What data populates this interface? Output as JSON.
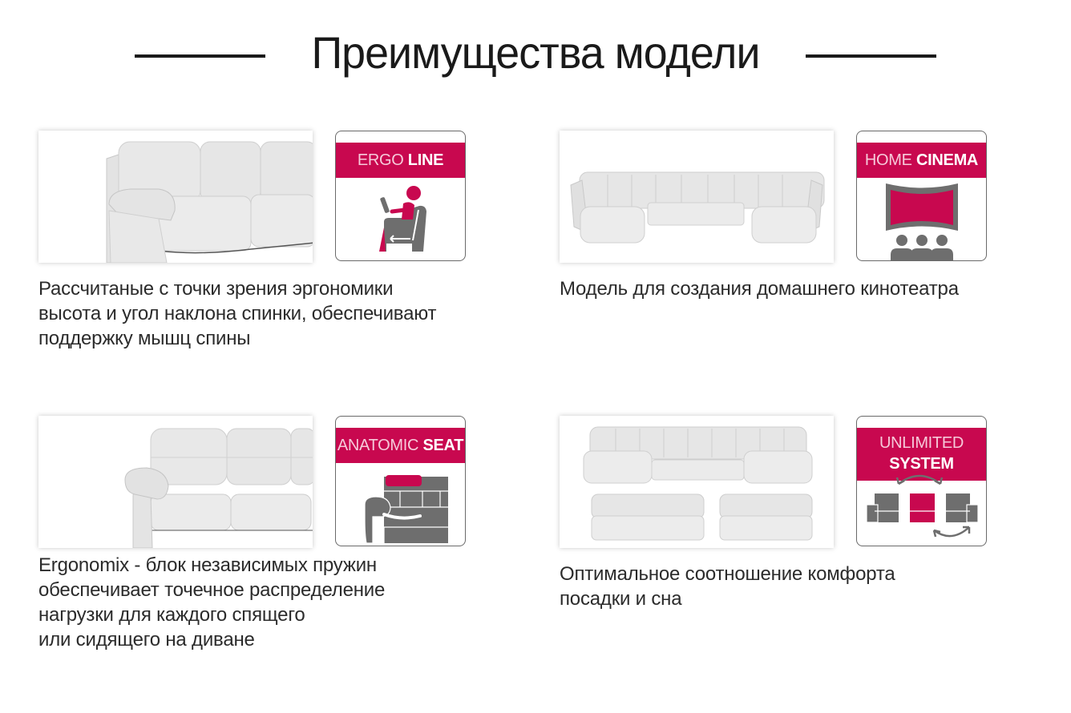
{
  "header": {
    "title": "Преимущества модели"
  },
  "features": [
    {
      "id": "ergo-line",
      "badge": {
        "thin": "ERGO",
        "bold": "LINE"
      },
      "icon": "recliner-person-icon",
      "description": [
        "Рассчитаные с точки зрения эргономики",
        "высота и угол наклона спинки, обеспечивают",
        "поддержку мышц спины"
      ]
    },
    {
      "id": "home-cinema",
      "badge": {
        "thin": "HOME",
        "bold": "CINEMA"
      },
      "icon": "cinema-screen-audience-icon",
      "description": [
        "Модель для создания домашнего кинотеатра"
      ]
    },
    {
      "id": "anatomic-seat",
      "badge": {
        "thin": "ANATOMIC",
        "bold": "SEAT"
      },
      "icon": "sofa-seat-icon",
      "description": [
        "Ergonomix - блок независимых пружин",
        "обеспечивает точечное распределение",
        "нагрузки для каждого спящего",
        "или сидящего на диване"
      ]
    },
    {
      "id": "unlimited-system",
      "badge": {
        "thin": "UNLIMITED",
        "bold": "SYSTEM"
      },
      "icon": "modular-swap-icon",
      "description": [
        "Оптимальное соотношение комфорта",
        "посадки и сна"
      ]
    }
  ],
  "colors": {
    "accent": "#c8084f",
    "icon_gray": "#6e6e6e",
    "text": "#2b2b2b",
    "title_line": "#1a1a1a"
  }
}
